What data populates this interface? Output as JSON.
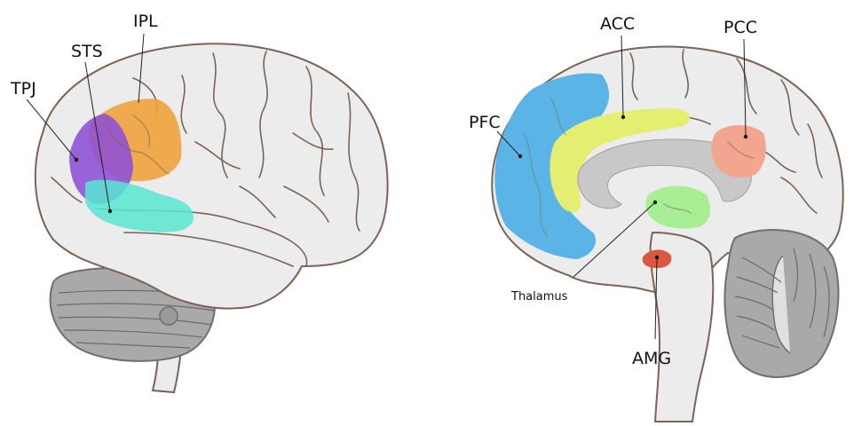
{
  "lateral_view": {
    "labels": {
      "ipl": "IPL",
      "sts": "STS",
      "tpj": "TPJ"
    },
    "colors": {
      "ipl": "#f0a038",
      "tpj": "#8c4fd6",
      "sts": "#58e6d0"
    }
  },
  "medial_view": {
    "labels": {
      "acc": "ACC",
      "pcc": "PCC",
      "pfc": "PFC",
      "thalamus": "Thalamus",
      "amg": "AMG"
    },
    "colors": {
      "pfc": "#5ab4e6",
      "acc": "#e4ee70",
      "pcc": "#f3a68f",
      "thalamus": "#a8ee94",
      "amg": "#d9573f",
      "corpus_callosum": "#c8c8c8"
    }
  }
}
